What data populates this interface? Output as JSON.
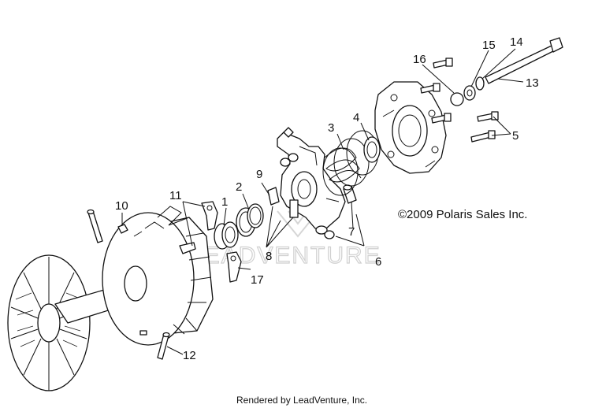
{
  "copyright": "©2009 Polaris Sales Inc.",
  "footer": "Rendered by LeadVenture, Inc.",
  "watermark": "LEADVENTURE",
  "callouts": {
    "c1": "1",
    "c2": "2",
    "c3": "3",
    "c4": "4",
    "c5": "5",
    "c6": "6",
    "c7": "7",
    "c8": "8",
    "c9": "9",
    "c10": "10",
    "c11": "11",
    "c12": "12",
    "c13": "13",
    "c14": "14",
    "c15": "15",
    "c16": "16",
    "c17": "17"
  }
}
